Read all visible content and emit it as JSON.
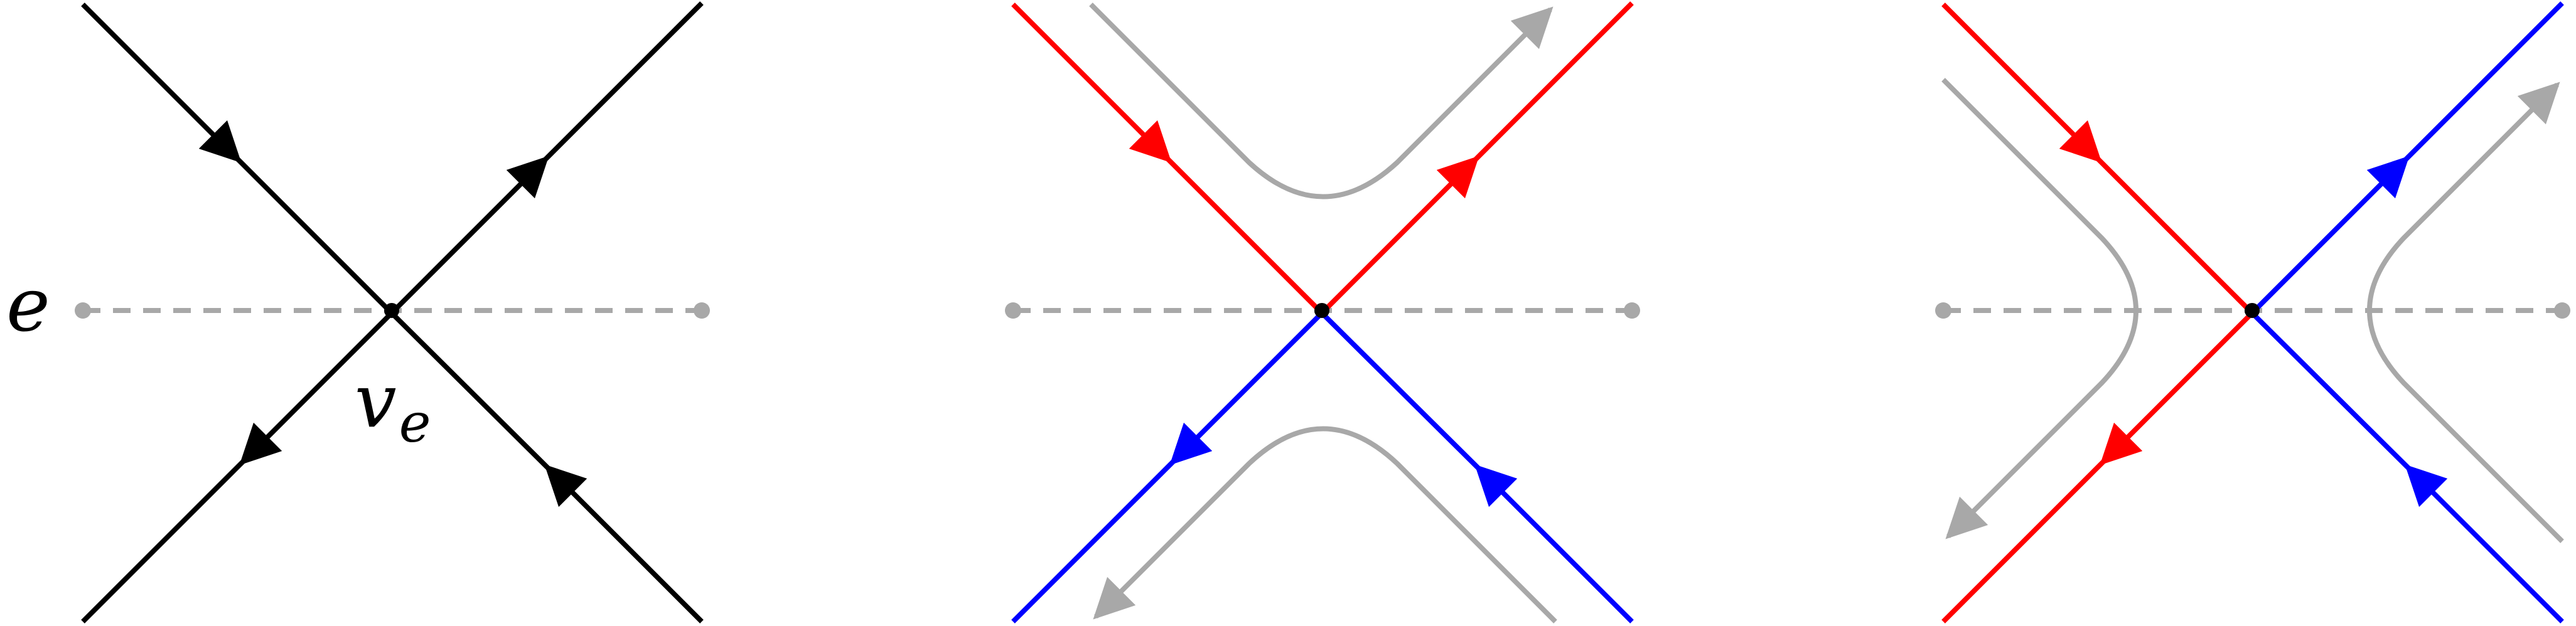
{
  "labels": {
    "edge": "e",
    "vertex": "v",
    "vertex_sub": "e"
  },
  "colors": {
    "black": "#000000",
    "red": "#ff0000",
    "blue": "#0000ff",
    "gray": "#a8a8a8",
    "dashed": "#a8a8a8"
  },
  "panels": [
    {
      "name": "panel-original-crossing",
      "edge_colors": [
        "black",
        "black",
        "black",
        "black"
      ]
    },
    {
      "name": "panel-horizontal-smoothing",
      "edge_colors": [
        "red",
        "red",
        "blue",
        "blue"
      ]
    },
    {
      "name": "panel-vertical-smoothing",
      "edge_colors": [
        "red",
        "blue",
        "red",
        "blue"
      ]
    }
  ]
}
